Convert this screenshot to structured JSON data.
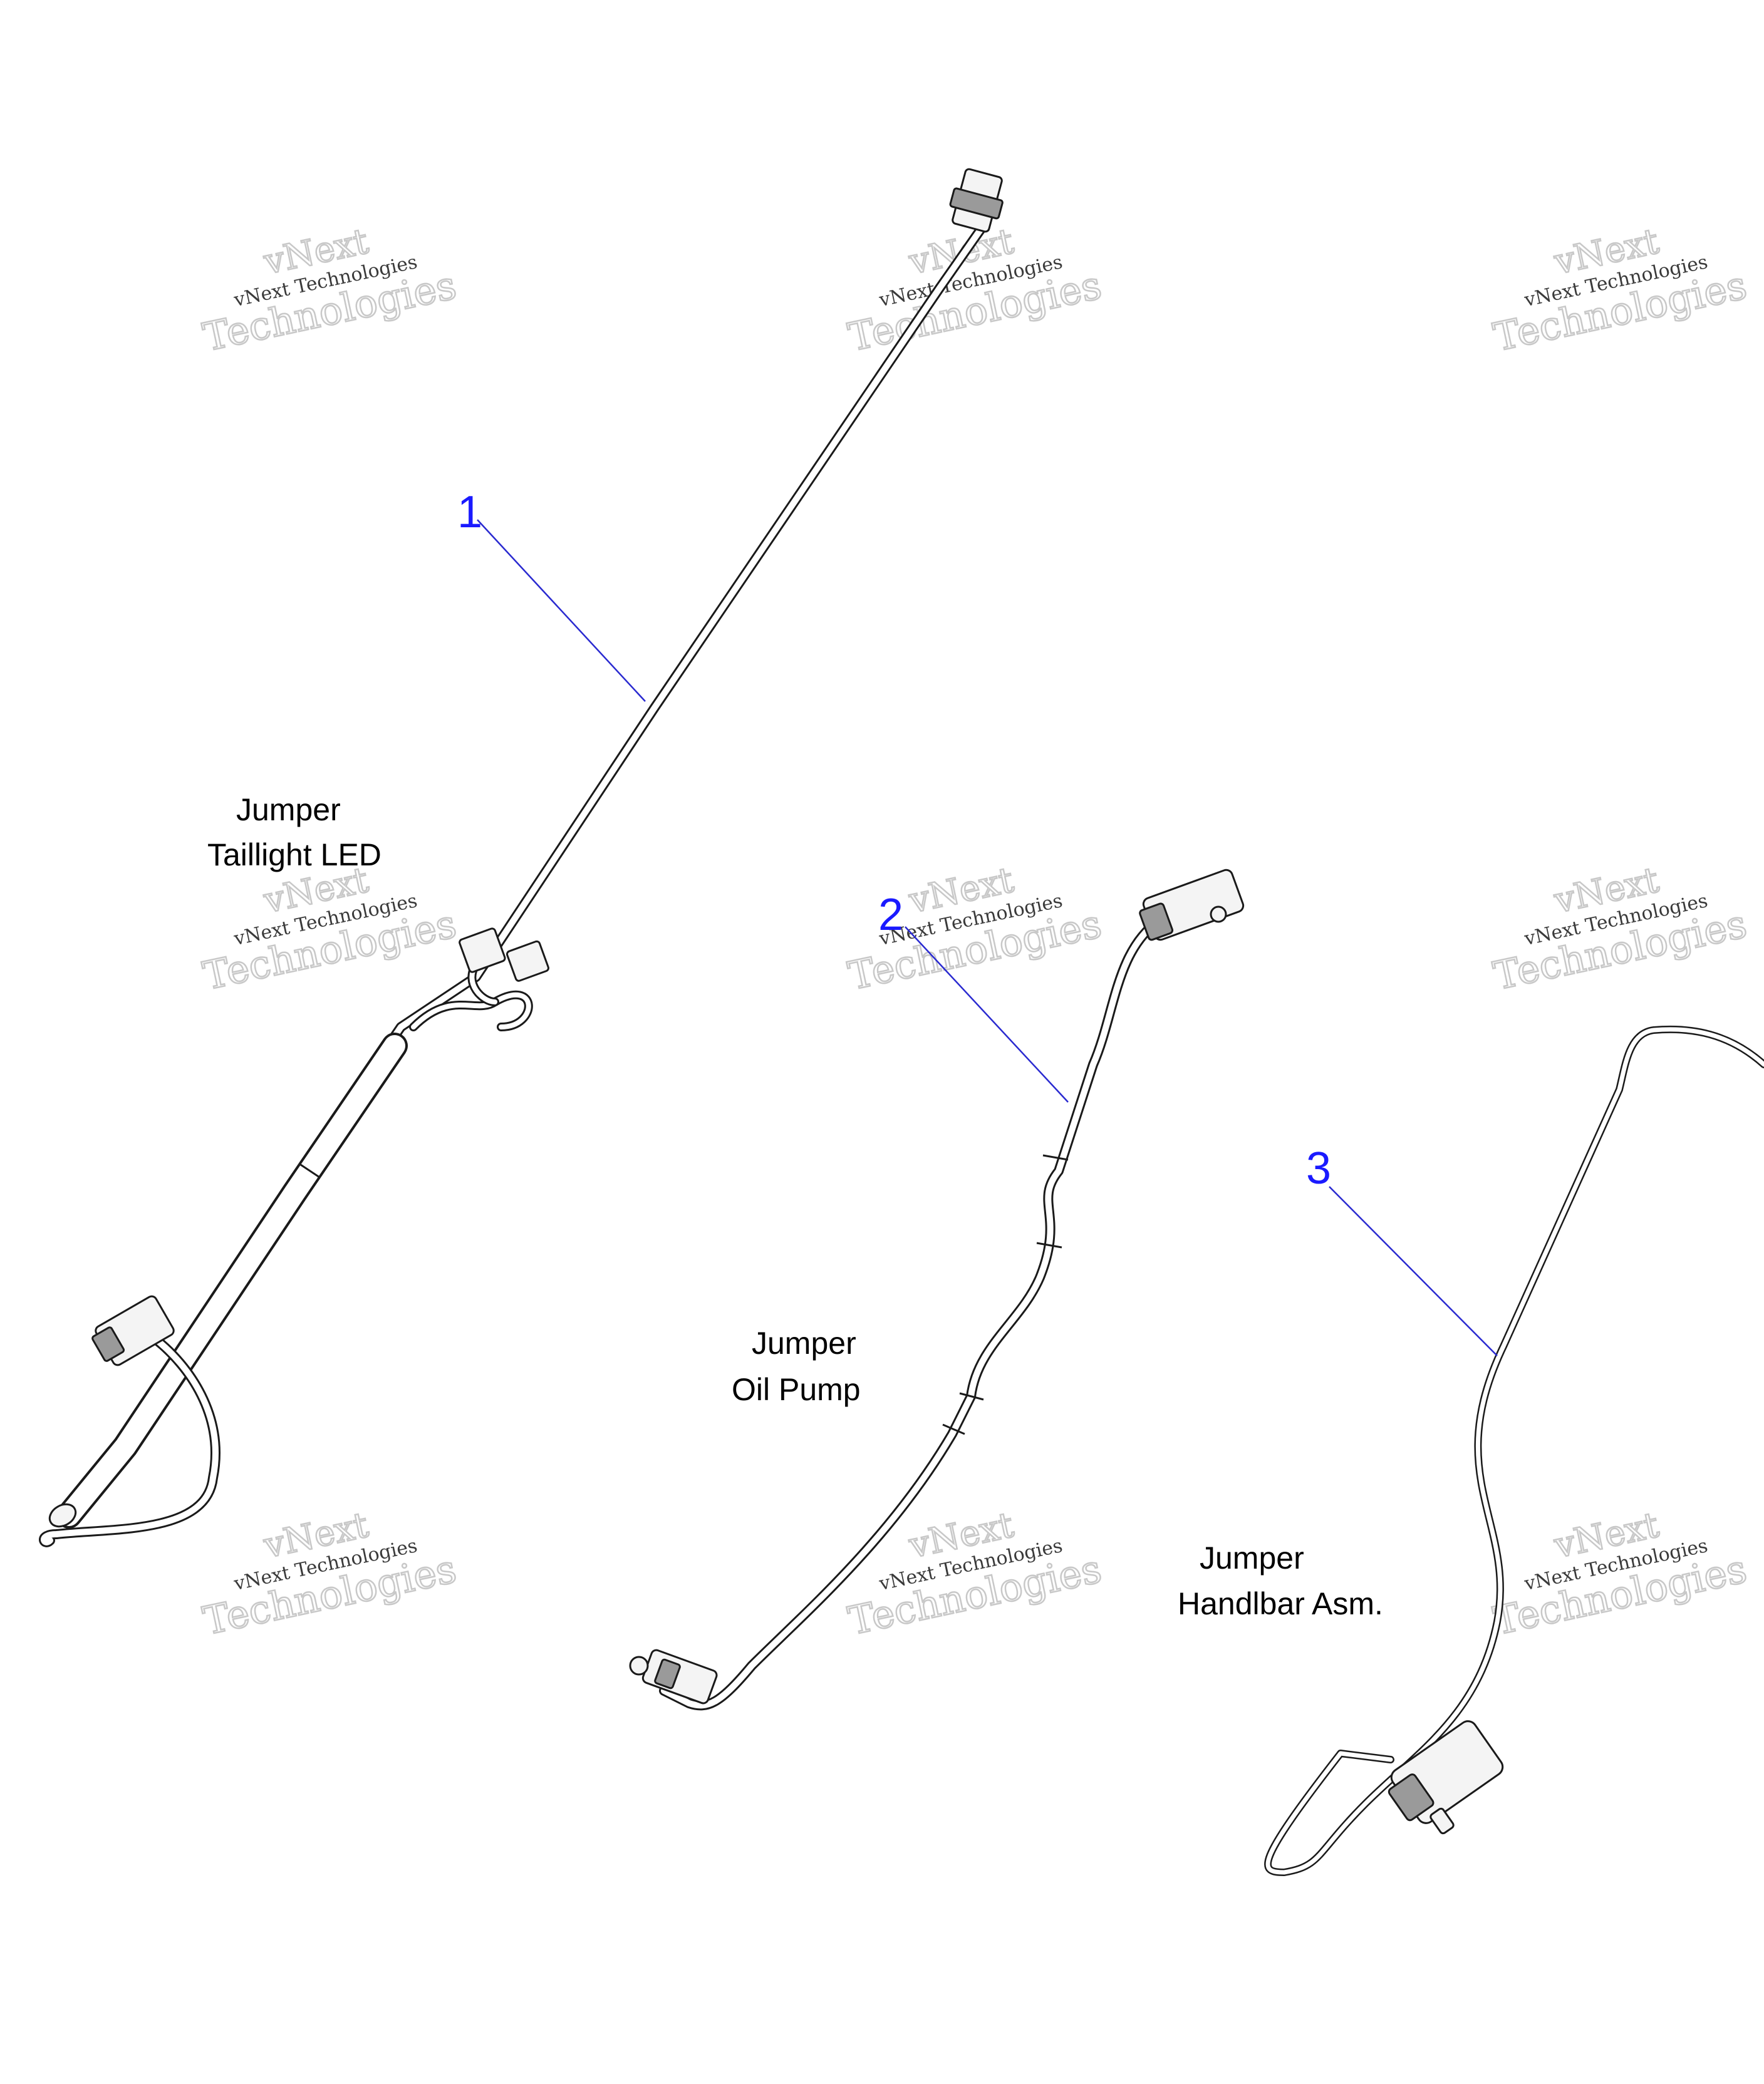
{
  "watermark": {
    "line1": "vNext",
    "line2": "vNext Technologies",
    "line3": "Technologies",
    "color": "#c8c8c8",
    "ink": "#3a3a3a"
  },
  "colors": {
    "callout": "#1a1aff",
    "leader": "#2a2ad0",
    "wire": "#1a1a1a"
  },
  "parts": [
    {
      "callout": "1",
      "label_line1": "Jumper",
      "label_line2": "Taillight LED"
    },
    {
      "callout": "2",
      "label_line1": "Jumper",
      "label_line2": "Oil Pump"
    },
    {
      "callout": "3",
      "label_line1": "Jumper",
      "label_line2": "Handlbar Asm."
    }
  ]
}
